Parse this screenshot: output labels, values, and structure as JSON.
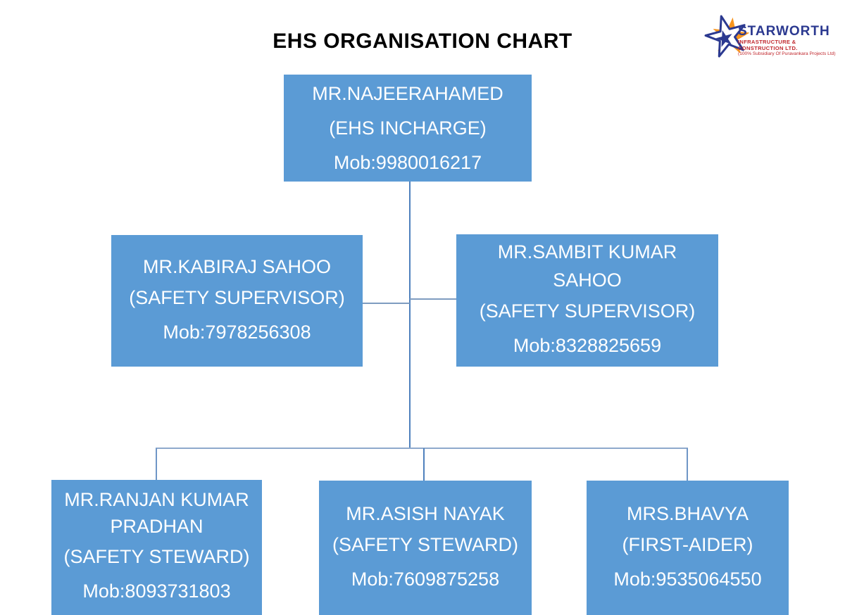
{
  "title": "EHS ORGANISATION CHART",
  "logo": {
    "name": "STARWORTH",
    "tagline": "INFRASTRUCTURE & CONSTRUCTION LTD.",
    "subtext": "(100% Subsidiary Of Puravankara Projects Ltd)",
    "star_icon": "star-logo-icon",
    "colors": {
      "navy": "#2B3990",
      "red": "#C0272D",
      "orange": "#F7941D"
    }
  },
  "colors": {
    "box_fill": "#5B9BD5",
    "box_text": "#FFFFFF",
    "connector": "#7E9CC0",
    "title_text": "#000000"
  },
  "org": {
    "root": {
      "name": "MR.NAJEERAHAMED",
      "role": "(EHS INCHARGE)",
      "mobile": "Mob:9980016217"
    },
    "level2": [
      {
        "name": "MR.KABIRAJ SAHOO",
        "role": "(SAFETY SUPERVISOR)",
        "mobile": "Mob:7978256308"
      },
      {
        "name": "MR.SAMBIT KUMAR SAHOO",
        "role": "(SAFETY SUPERVISOR)",
        "mobile": "Mob:8328825659"
      }
    ],
    "level3": [
      {
        "name": "MR.RANJAN KUMAR PRADHAN",
        "role": "(SAFETY STEWARD)",
        "mobile": "Mob:8093731803"
      },
      {
        "name": "MR.ASISH NAYAK",
        "role": "(SAFETY STEWARD)",
        "mobile": "Mob:7609875258"
      },
      {
        "name": "MRS.BHAVYA",
        "role": "(FIRST-AIDER)",
        "mobile": "Mob:9535064550"
      }
    ]
  }
}
